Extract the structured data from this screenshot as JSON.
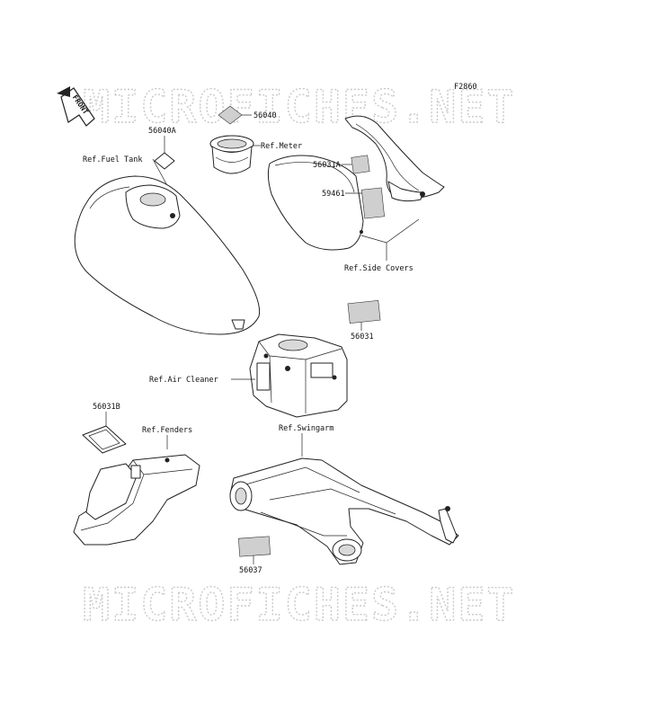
{
  "figure_code": "F2860",
  "watermark": "MICROFICHES.NET",
  "front_label": "FRONT",
  "parts": {
    "p56040": "56040",
    "p56040A": "56040A",
    "p56031A": "56031A",
    "p59461": "59461",
    "p56031": "56031",
    "p56031B": "56031B",
    "p56037": "56037"
  },
  "refs": {
    "fuel_tank": "Ref.Fuel Tank",
    "meter": "Ref.Meter",
    "side_covers": "Ref.Side Covers",
    "air_cleaner": "Ref.Air Cleaner",
    "fenders": "Ref.Fenders",
    "swingarm": "Ref.Swingarm"
  }
}
